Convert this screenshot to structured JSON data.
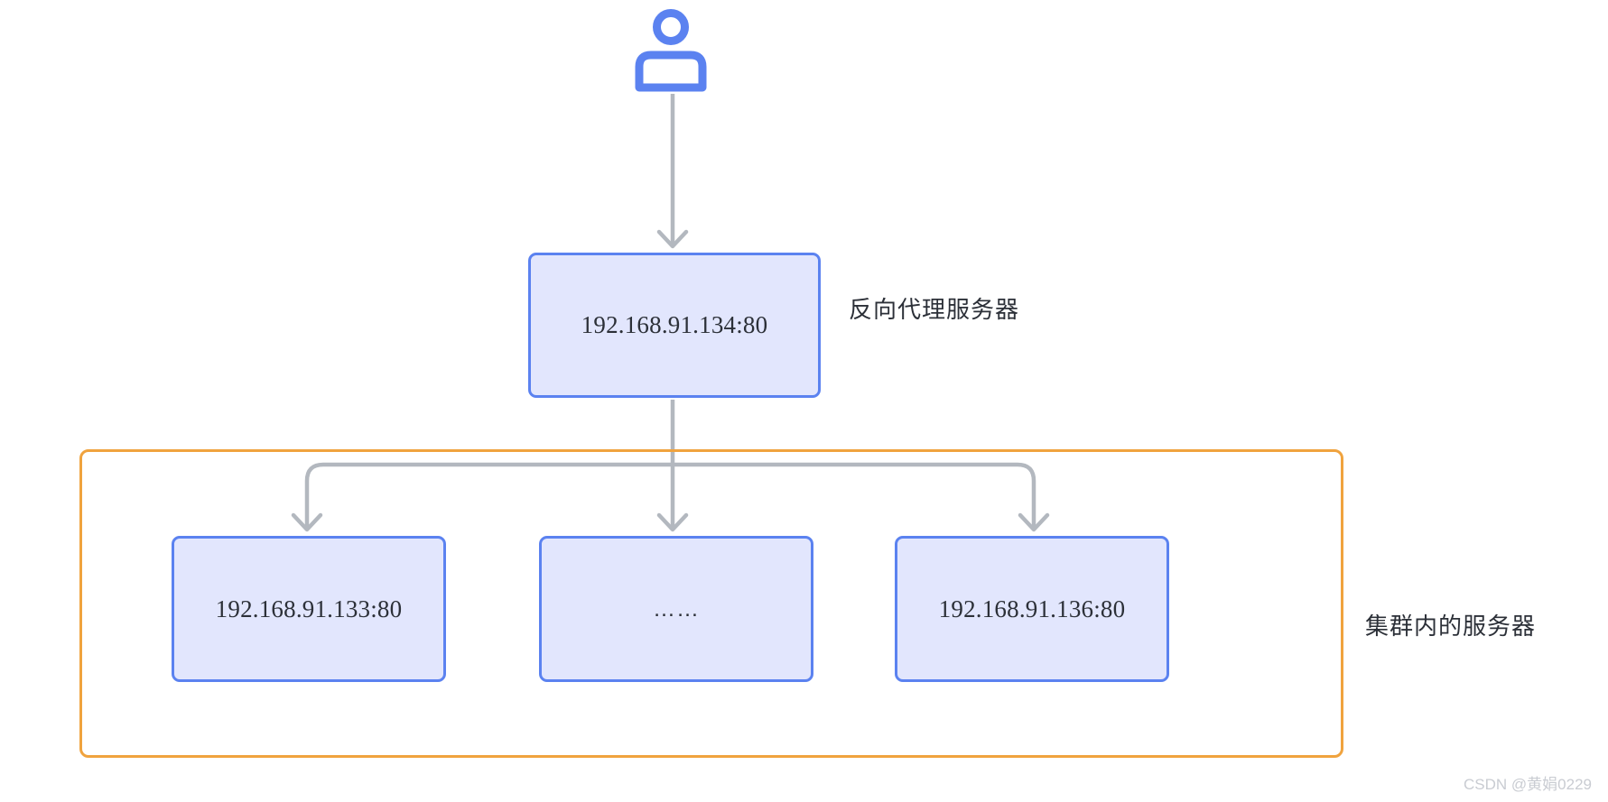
{
  "diagram": {
    "title": "Nginx reverse proxy cluster topology",
    "colors": {
      "node_fill": "#e2e6fd",
      "node_border": "#5b82f0",
      "cluster_border": "#f0a33e",
      "connector": "#b3b8bf",
      "text": "#2c3038",
      "watermark": "#c9ccd2"
    },
    "client": {
      "icon": "user-icon"
    },
    "proxy": {
      "label": "192.168.91.134:80",
      "annotation": "反向代理服务器"
    },
    "cluster": {
      "annotation": "集群内的服务器",
      "servers": [
        {
          "label": "192.168.91.133:80"
        },
        {
          "label": "……"
        },
        {
          "label": "192.168.91.136:80"
        }
      ]
    },
    "watermark": "CSDN @黄娟0229"
  }
}
